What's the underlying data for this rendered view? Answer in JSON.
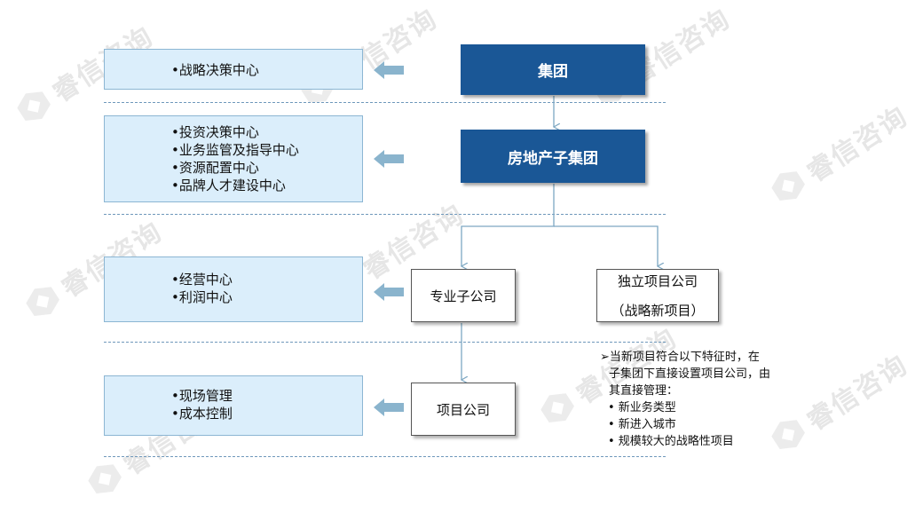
{
  "watermark": "睿信咨询",
  "levels": [
    {
      "roles": [
        "•战略决策中心"
      ]
    },
    {
      "roles": [
        "•投资决策中心",
        "•业务监管及指导中心",
        "•资源配置中心",
        "•品牌人才建设中心"
      ]
    },
    {
      "roles": [
        "•经营中心",
        "•利润中心"
      ]
    },
    {
      "roles": [
        "•现场管理",
        "•成本控制"
      ]
    }
  ],
  "org": {
    "group": "集团",
    "real_estate_group": "房地产子集团",
    "specialized_subsidiary": "专业子公司",
    "independent_project_company_line1": "独立项目公司",
    "independent_project_company_line2": "（战略新项目）",
    "project_company": "项目公司"
  },
  "note": {
    "lines": [
      "➢当新项目符合以下特征时，在",
      "子集团下直接设置项目公司，由",
      "其直接管理："
    ],
    "bullets": [
      "• 新业务类型",
      "• 新进入城市",
      "• 规模较大的战略性项目"
    ]
  },
  "colors": {
    "dark_box": "#1a5796",
    "role_box": "#dbeefb",
    "arrow": "#8ab4cd",
    "connector": "#7da7c2"
  }
}
